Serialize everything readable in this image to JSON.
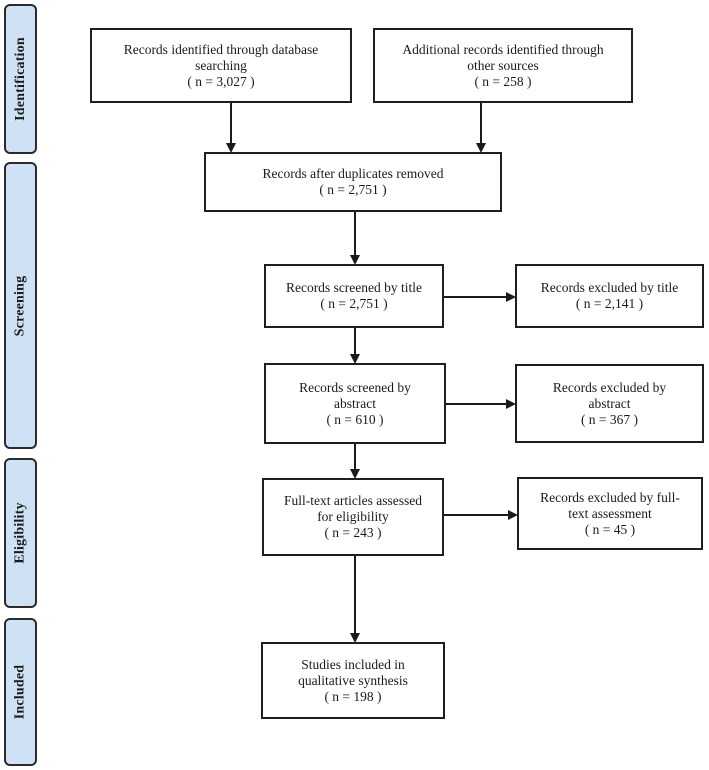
{
  "phases": {
    "identification": "Identification",
    "screening": "Screening",
    "eligibility": "Eligibility",
    "included": "Included"
  },
  "boxes": {
    "database_search": {
      "line1": "Records identified through database",
      "line2": "searching",
      "count": "( n = 3,027 )"
    },
    "other_sources": {
      "line1": "Additional records identified through",
      "line2": "other sources",
      "count": "( n = 258 )"
    },
    "after_duplicates": {
      "line1": "Records after duplicates removed",
      "count": "( n = 2,751 )"
    },
    "screened_title": {
      "line1": "Records screened by title",
      "count": "( n = 2,751 )"
    },
    "excluded_title": {
      "line1": "Records excluded by title",
      "count": "( n = 2,141 )"
    },
    "screened_abstract": {
      "line1": "Records screened by",
      "line2": "abstract",
      "count": "( n =  610 )"
    },
    "excluded_abstract": {
      "line1": "Records excluded by",
      "line2": "abstract",
      "count": "( n = 367 )"
    },
    "fulltext_assessed": {
      "line1": "Full-text articles assessed",
      "line2": "for eligibility",
      "count": "( n = 243  )"
    },
    "excluded_fulltext": {
      "line1": "Records excluded by full-",
      "line2": "text assessment",
      "count": "( n = 45 )"
    },
    "included": {
      "line1": "Studies included in",
      "line2": "qualitative synthesis",
      "count": "( n = 198  )"
    }
  }
}
